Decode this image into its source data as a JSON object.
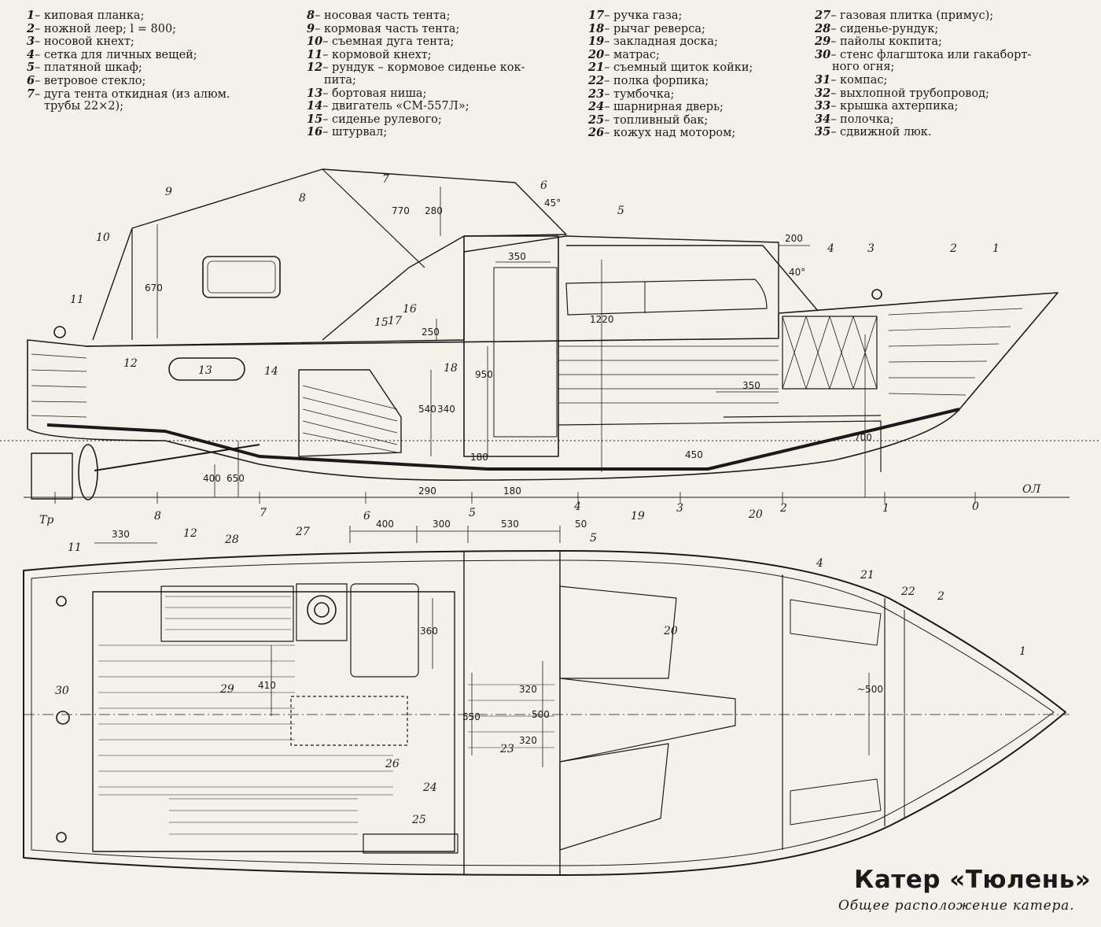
{
  "title": "Катер «Тюлень»",
  "subtitle": "Общее расположение катера.",
  "legend": {
    "col1": [
      {
        "n": "1",
        "t": "– киповая планка;"
      },
      {
        "n": "2",
        "t": "– ножной леер; l = 800;"
      },
      {
        "n": "3",
        "t": "– носовой кнехт;"
      },
      {
        "n": "4",
        "t": "– сетка для личных вещей;"
      },
      {
        "n": "5",
        "t": "– платяной шкаф;"
      },
      {
        "n": "6",
        "t": "– ветровое стекло;"
      },
      {
        "n": "7",
        "t": "– дуга тента откидная (из алюм."
      },
      {
        "n": "",
        "t": "трубы 22×2);"
      }
    ],
    "col2": [
      {
        "n": "8",
        "t": "– носовая часть тента;"
      },
      {
        "n": "9",
        "t": "– кормовая часть тента;"
      },
      {
        "n": "10",
        "t": "– съемная дуга тента;"
      },
      {
        "n": "11",
        "t": "– кормовой кнехт;"
      },
      {
        "n": "12",
        "t": "– рундук – кормовое сиденье кок-"
      },
      {
        "n": "",
        "t": "пита;"
      },
      {
        "n": "13",
        "t": "– бортовая ниша;"
      },
      {
        "n": "14",
        "t": "– двигатель «СМ-557Л»;"
      },
      {
        "n": "15",
        "t": "– сиденье рулевого;"
      },
      {
        "n": "16",
        "t": "– штурвал;"
      }
    ],
    "col3": [
      {
        "n": "17",
        "t": "– ручка газа;"
      },
      {
        "n": "18",
        "t": "– рычаг реверса;"
      },
      {
        "n": "19",
        "t": "– закладная доска;"
      },
      {
        "n": "20",
        "t": "– матрас;"
      },
      {
        "n": "21",
        "t": "– съемный щиток койки;"
      },
      {
        "n": "22",
        "t": "– полка форпика;"
      },
      {
        "n": "23",
        "t": "– тумбочка;"
      },
      {
        "n": "24",
        "t": "– шарнирная дверь;"
      },
      {
        "n": "25",
        "t": "– топливный бак;"
      },
      {
        "n": "26",
        "t": "– кожух над мотором;"
      }
    ],
    "col4": [
      {
        "n": "27",
        "t": "– газовая плитка (примус);"
      },
      {
        "n": "28",
        "t": "– сиденье-рундук;"
      },
      {
        "n": "29",
        "t": "– пайолы кокпита;"
      },
      {
        "n": "30",
        "t": "– стенс флагштока или гакаборт-"
      },
      {
        "n": "",
        "t": "ного огня;"
      },
      {
        "n": "31",
        "t": "– компас;"
      },
      {
        "n": "32",
        "t": "– выхлопной трубопровод;"
      },
      {
        "n": "33",
        "t": "– крышка ахтерпика;"
      },
      {
        "n": "34",
        "t": "– полочка;"
      },
      {
        "n": "35",
        "t": "– сдвижной люк."
      }
    ]
  },
  "side_view": {
    "callouts": [
      "1",
      "2",
      "3",
      "4",
      "5",
      "6",
      "7",
      "8",
      "9",
      "10",
      "11",
      "12",
      "13",
      "14",
      "15",
      "16",
      "17",
      "18",
      "19",
      "20"
    ],
    "dimensions": [
      "770",
      "280",
      "45°",
      "200",
      "40°",
      "350",
      "670",
      "1220",
      "250",
      "950",
      "540",
      "340",
      "350",
      "700",
      "450",
      "180",
      "290",
      "180",
      "400",
      "650"
    ],
    "stations": [
      "Тр",
      "8",
      "7",
      "6",
      "5",
      "4",
      "3",
      "2",
      "1",
      "0"
    ],
    "baseline": "ОЛ"
  },
  "plan_view": {
    "callouts": [
      "11",
      "12",
      "28",
      "27",
      "5",
      "4",
      "21",
      "22",
      "2",
      "1",
      "20",
      "29",
      "30",
      "26",
      "23",
      "24",
      "25"
    ],
    "dimensions": [
      "330",
      "400",
      "300",
      "530",
      "50",
      "360",
      "410",
      "320",
      "500",
      "550",
      "320",
      "~500"
    ]
  }
}
